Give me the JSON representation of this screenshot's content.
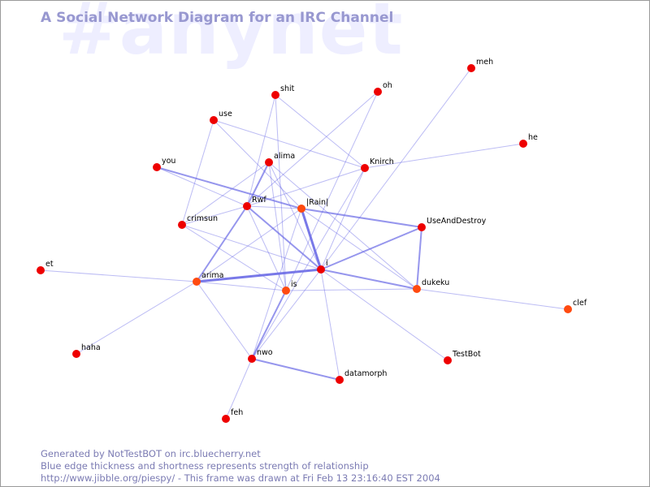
{
  "title": "A Social Network Diagram for an IRC Channel",
  "channel": "#anynet",
  "footer": {
    "line1": "Generated by NotTestBOT on irc.bluecherry.net",
    "line2": "Blue edge thickness and shortness represents strength of relationship",
    "line3": "http://www.jibble.org/piespy/ - This frame was drawn at Fri Feb 13 23:16:40 EST 2004"
  },
  "colors": {
    "title": "#9898d0",
    "watermark": "#eeeeff",
    "edge": "#6a6ae6",
    "node": "#ee0000",
    "node_active": "#ff4a10",
    "footer": "#7b7bb3"
  },
  "nodes": [
    {
      "id": "meh",
      "label": "meh",
      "status": "normal"
    },
    {
      "id": "oh",
      "label": "oh",
      "status": "normal"
    },
    {
      "id": "shit",
      "label": "shit",
      "status": "normal"
    },
    {
      "id": "use",
      "label": "use",
      "status": "normal"
    },
    {
      "id": "he",
      "label": "he",
      "status": "normal"
    },
    {
      "id": "alima",
      "label": "alima",
      "status": "normal"
    },
    {
      "id": "you",
      "label": "you",
      "status": "normal"
    },
    {
      "id": "Knirch",
      "label": "Knirch",
      "status": "normal"
    },
    {
      "id": "Rwf",
      "label": "Rwf",
      "status": "normal"
    },
    {
      "id": "Rain",
      "label": "|Rain|",
      "status": "active"
    },
    {
      "id": "crimsun",
      "label": "crimsun",
      "status": "normal"
    },
    {
      "id": "UseAndDestroy",
      "label": "UseAndDestroy",
      "status": "normal"
    },
    {
      "id": "et",
      "label": "et",
      "status": "normal"
    },
    {
      "id": "i",
      "label": "i",
      "status": "normal"
    },
    {
      "id": "arima",
      "label": "arima",
      "status": "active"
    },
    {
      "id": "is",
      "label": "is",
      "status": "active"
    },
    {
      "id": "dukeku",
      "label": "dukeku",
      "status": "active"
    },
    {
      "id": "clef",
      "label": "clef",
      "status": "active"
    },
    {
      "id": "haha",
      "label": "haha",
      "status": "normal"
    },
    {
      "id": "nwo",
      "label": "nwo",
      "status": "normal"
    },
    {
      "id": "TestBot",
      "label": "TestBot",
      "status": "normal"
    },
    {
      "id": "datamorph",
      "label": "datamorph",
      "status": "normal"
    },
    {
      "id": "feh",
      "label": "feh",
      "status": "normal"
    }
  ],
  "edges": [
    {
      "source": "meh",
      "target": "i",
      "weight": 1
    },
    {
      "source": "oh",
      "target": "Rwf",
      "weight": 1
    },
    {
      "source": "oh",
      "target": "is",
      "weight": 1
    },
    {
      "source": "shit",
      "target": "Knirch",
      "weight": 1
    },
    {
      "source": "shit",
      "target": "Rwf",
      "weight": 1
    },
    {
      "source": "shit",
      "target": "is",
      "weight": 1
    },
    {
      "source": "use",
      "target": "Knirch",
      "weight": 1
    },
    {
      "source": "use",
      "target": "Rain",
      "weight": 1
    },
    {
      "source": "use",
      "target": "crimsun",
      "weight": 1
    },
    {
      "source": "he",
      "target": "Knirch",
      "weight": 1
    },
    {
      "source": "alima",
      "target": "Rwf",
      "weight": 2
    },
    {
      "source": "alima",
      "target": "crimsun",
      "weight": 1
    },
    {
      "source": "alima",
      "target": "i",
      "weight": 1
    },
    {
      "source": "alima",
      "target": "dukeku",
      "weight": 1
    },
    {
      "source": "alima",
      "target": "is",
      "weight": 1
    },
    {
      "source": "you",
      "target": "Rain",
      "weight": 2
    },
    {
      "source": "you",
      "target": "Rwf",
      "weight": 1
    },
    {
      "source": "Knirch",
      "target": "Rwf",
      "weight": 1
    },
    {
      "source": "Knirch",
      "target": "i",
      "weight": 1
    },
    {
      "source": "Knirch",
      "target": "nwo",
      "weight": 1
    },
    {
      "source": "Rwf",
      "target": "Rain",
      "weight": 1
    },
    {
      "source": "Rwf",
      "target": "arima",
      "weight": 2
    },
    {
      "source": "Rwf",
      "target": "i",
      "weight": 2
    },
    {
      "source": "Rwf",
      "target": "is",
      "weight": 1
    },
    {
      "source": "Rwf",
      "target": "crimsun",
      "weight": 1
    },
    {
      "source": "Rain",
      "target": "i",
      "weight": 3
    },
    {
      "source": "Rain",
      "target": "UseAndDestroy",
      "weight": 2
    },
    {
      "source": "Rain",
      "target": "arima",
      "weight": 1
    },
    {
      "source": "Rain",
      "target": "dukeku",
      "weight": 1
    },
    {
      "source": "Rain",
      "target": "nwo",
      "weight": 1
    },
    {
      "source": "crimsun",
      "target": "i",
      "weight": 1
    },
    {
      "source": "crimsun",
      "target": "is",
      "weight": 1
    },
    {
      "source": "UseAndDestroy",
      "target": "i",
      "weight": 2
    },
    {
      "source": "UseAndDestroy",
      "target": "dukeku",
      "weight": 2
    },
    {
      "source": "et",
      "target": "arima",
      "weight": 1
    },
    {
      "source": "i",
      "target": "arima",
      "weight": 3
    },
    {
      "source": "i",
      "target": "dukeku",
      "weight": 2
    },
    {
      "source": "i",
      "target": "nwo",
      "weight": 1
    },
    {
      "source": "i",
      "target": "datamorph",
      "weight": 1
    },
    {
      "source": "i",
      "target": "TestBot",
      "weight": 1
    },
    {
      "source": "arima",
      "target": "is",
      "weight": 1
    },
    {
      "source": "arima",
      "target": "haha",
      "weight": 1
    },
    {
      "source": "arima",
      "target": "nwo",
      "weight": 1
    },
    {
      "source": "is",
      "target": "dukeku",
      "weight": 1
    },
    {
      "source": "is",
      "target": "nwo",
      "weight": 2
    },
    {
      "source": "dukeku",
      "target": "clef",
      "weight": 1
    },
    {
      "source": "nwo",
      "target": "datamorph",
      "weight": 2
    },
    {
      "source": "nwo",
      "target": "feh",
      "weight": 1
    }
  ]
}
